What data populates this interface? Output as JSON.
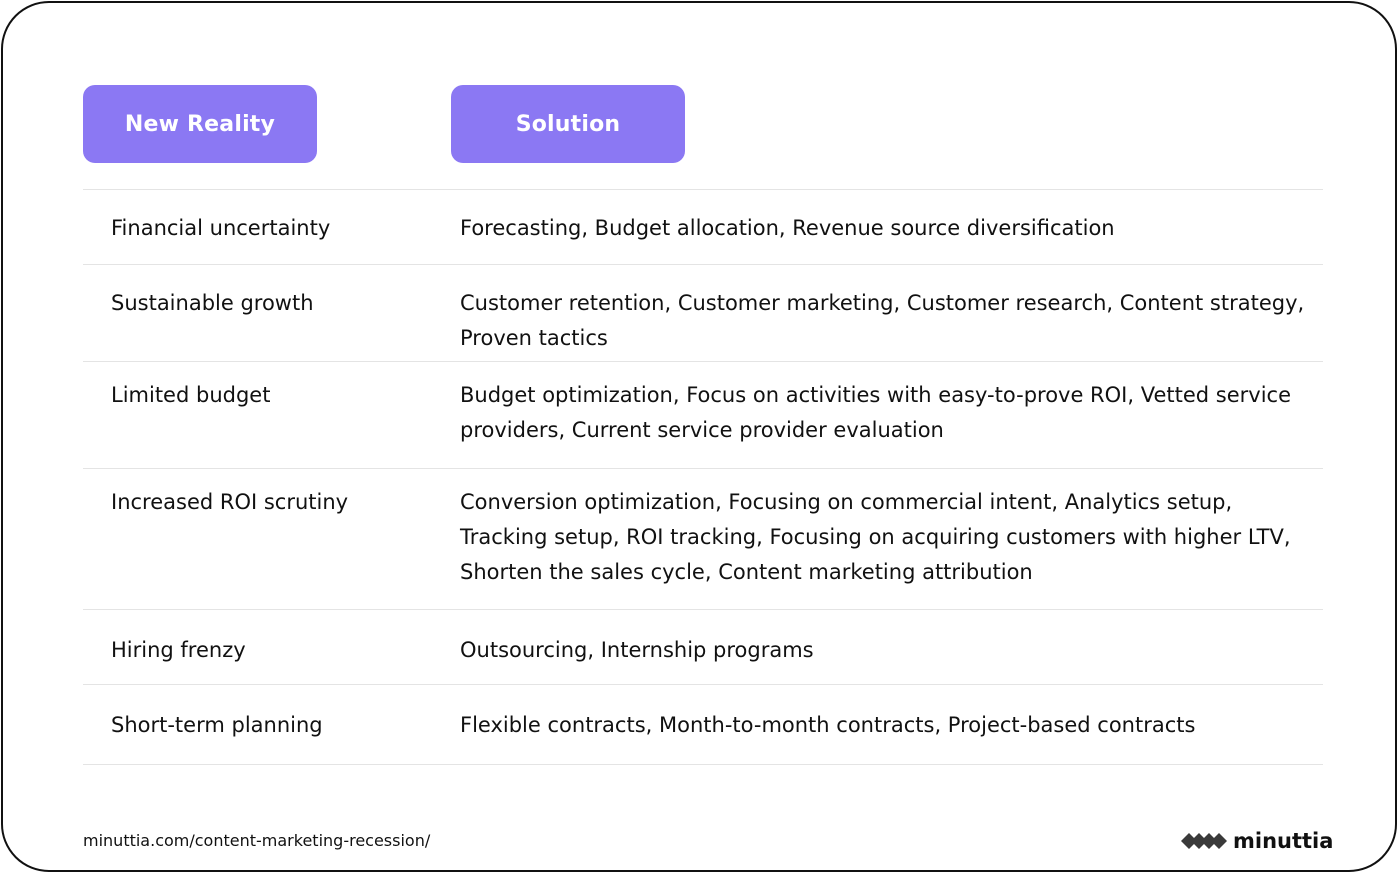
{
  "headers": {
    "reality": "New Reality",
    "solution": "Solution"
  },
  "rows": [
    {
      "problem": "Financial uncertainty",
      "solution": "Forecasting, Budget allocation, Revenue source diversification"
    },
    {
      "problem": "Sustainable growth",
      "solution": "Customer retention, Customer marketing, Customer research, Content strategy, Proven tactics"
    },
    {
      "problem": "Limited budget",
      "solution": "Budget optimization, Focus on activities with easy-to-prove ROI, Vetted service providers, Current service provider evaluation"
    },
    {
      "problem": "Increased ROI scrutiny",
      "solution": "Conversion optimization, Focusing on commercial intent, Analytics setup, Tracking setup, ROI tracking, Focusing on acquiring customers with higher LTV, Shorten the sales cycle, Content marketing attribution"
    },
    {
      "problem": "Hiring frenzy",
      "solution": "Outsourcing, Internship programs"
    },
    {
      "problem": "Short-term planning",
      "solution": "Flexible contracts, Month-to-month contracts, Project-based contracts"
    }
  ],
  "footer": {
    "url": "minuttia.com/content-marketing-recession/",
    "brand_name": "minuttia",
    "brand_logo_icon": "minuttia-logo-icon"
  },
  "colors": {
    "accent": "#8b78f3",
    "text": "#111111",
    "divider": "#e4e4e4",
    "logo_dark": "#3a3a3a"
  }
}
